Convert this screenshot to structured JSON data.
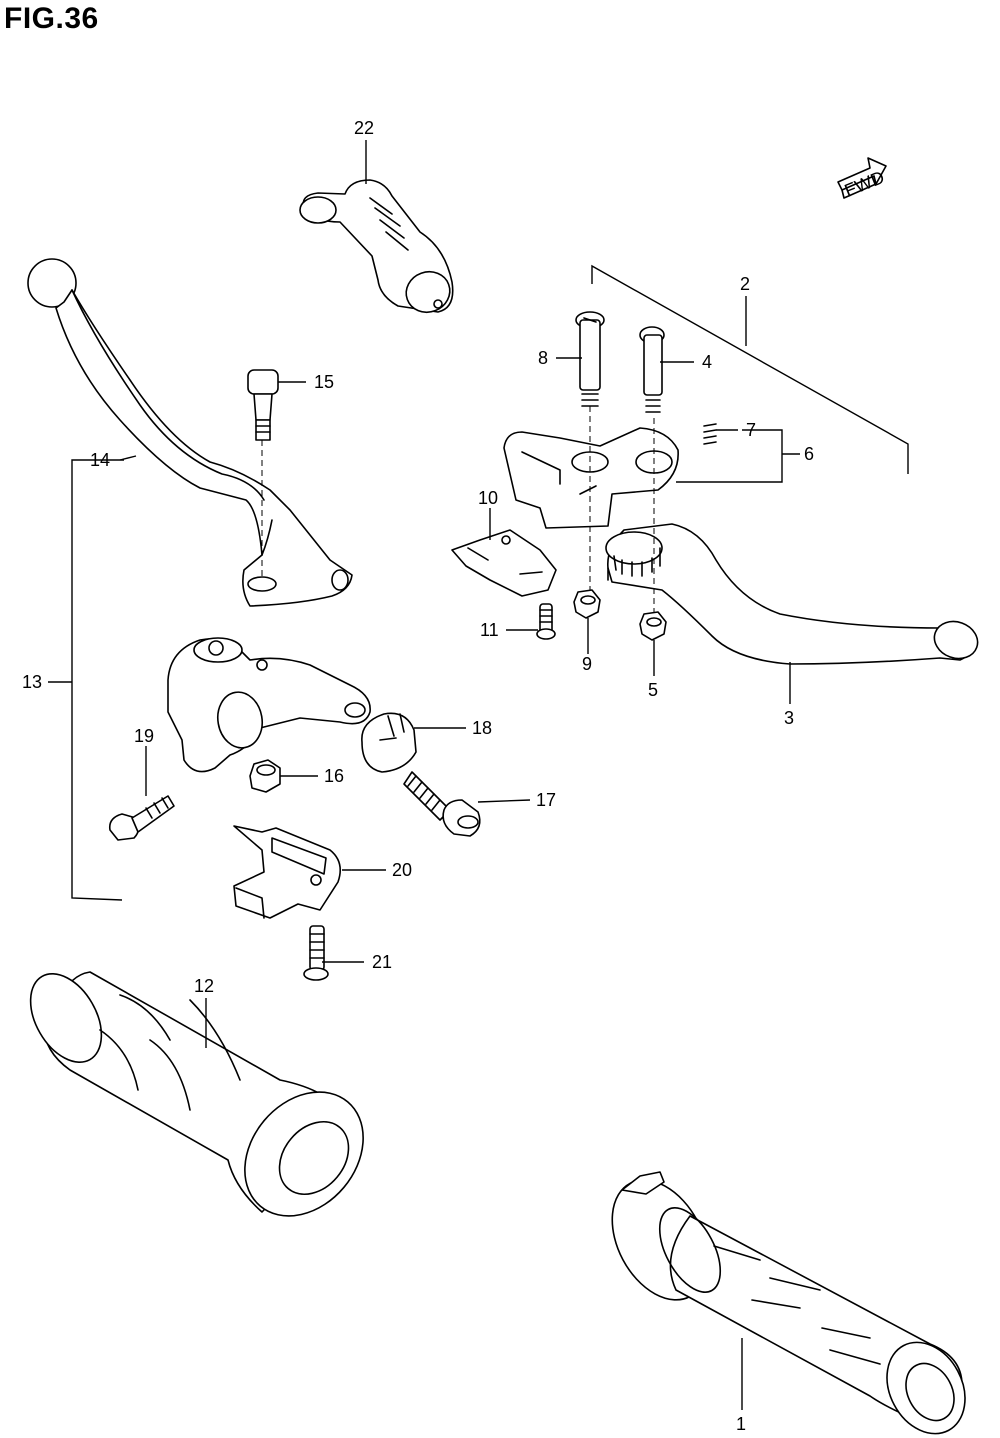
{
  "figure": {
    "title": "FIG.36"
  },
  "direction_badge": {
    "label": "FWD"
  },
  "callouts": [
    {
      "id": "c1",
      "label": "1"
    },
    {
      "id": "c2",
      "label": "2"
    },
    {
      "id": "c3",
      "label": "3"
    },
    {
      "id": "c4",
      "label": "4"
    },
    {
      "id": "c5",
      "label": "5"
    },
    {
      "id": "c6",
      "label": "6"
    },
    {
      "id": "c7",
      "label": "7"
    },
    {
      "id": "c8",
      "label": "8"
    },
    {
      "id": "c9",
      "label": "9"
    },
    {
      "id": "c10",
      "label": "10"
    },
    {
      "id": "c11",
      "label": "11"
    },
    {
      "id": "c12",
      "label": "12"
    },
    {
      "id": "c13",
      "label": "13"
    },
    {
      "id": "c14",
      "label": "14"
    },
    {
      "id": "c15",
      "label": "15"
    },
    {
      "id": "c16",
      "label": "16"
    },
    {
      "id": "c17",
      "label": "17"
    },
    {
      "id": "c18",
      "label": "18"
    },
    {
      "id": "c19",
      "label": "19"
    },
    {
      "id": "c20",
      "label": "20"
    },
    {
      "id": "c21",
      "label": "21"
    },
    {
      "id": "c22",
      "label": "22"
    }
  ]
}
